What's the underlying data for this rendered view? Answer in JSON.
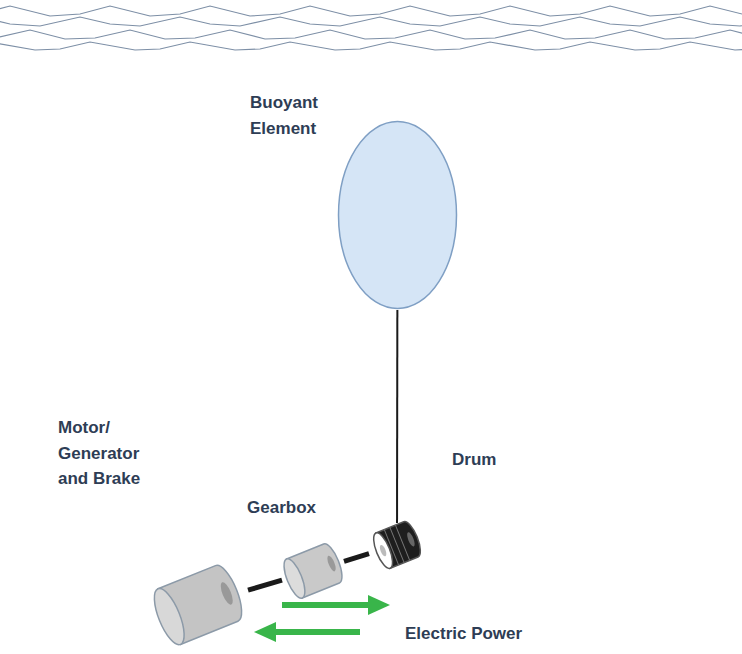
{
  "diagram": {
    "nodes": [
      {
        "text": [
          "Buoyant Element"
        ]
      },
      {
        "text": [
          "Drum"
        ]
      },
      {
        "text": [
          "Gearbox"
        ]
      },
      {
        "text": [
          "Motor/ Generator and Brake"
        ]
      }
    ],
    "edges": [
      {
        "from": 0,
        "to": 1,
        "arrow": "none"
      },
      {
        "from": 1,
        "to": 2,
        "arrow": "none"
      },
      {
        "from": 2,
        "to": 3,
        "arrow": "none"
      }
    ],
    "labels": [
      "Electric Power"
    ]
  }
}
